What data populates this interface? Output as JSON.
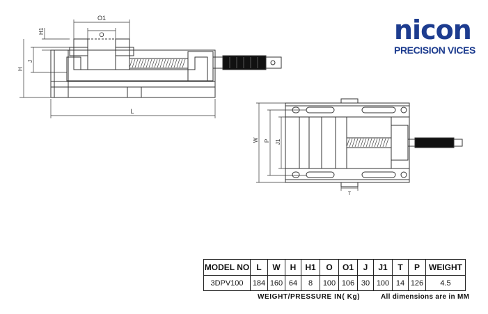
{
  "brand": {
    "logo": "nicon",
    "tagline": "PRECISION VICES"
  },
  "side_view": {
    "labels": {
      "o1": "O1",
      "o": "O",
      "h1": "H1",
      "j": "J",
      "h": "H",
      "l": "L"
    }
  },
  "top_view": {
    "labels": {
      "w": "W",
      "p": "P",
      "j1": "J1",
      "t": "T"
    }
  },
  "spec_table": {
    "headers": [
      "MODEL NO",
      "L",
      "W",
      "H",
      "H1",
      "O",
      "O1",
      "J",
      "J1",
      "T",
      "P",
      "WEIGHT"
    ],
    "rows": [
      [
        "3DPV100",
        "184",
        "160",
        "64",
        "8",
        "100",
        "106",
        "30",
        "100",
        "14",
        "126",
        "4.5"
      ]
    ]
  },
  "footer": {
    "weight_note": "WEIGHT/PRESSURE IN( Kg)",
    "dimensions_note": "All dimensions are in MM"
  },
  "colors": {
    "brand": "#1d3c8f",
    "line": "#333333"
  }
}
